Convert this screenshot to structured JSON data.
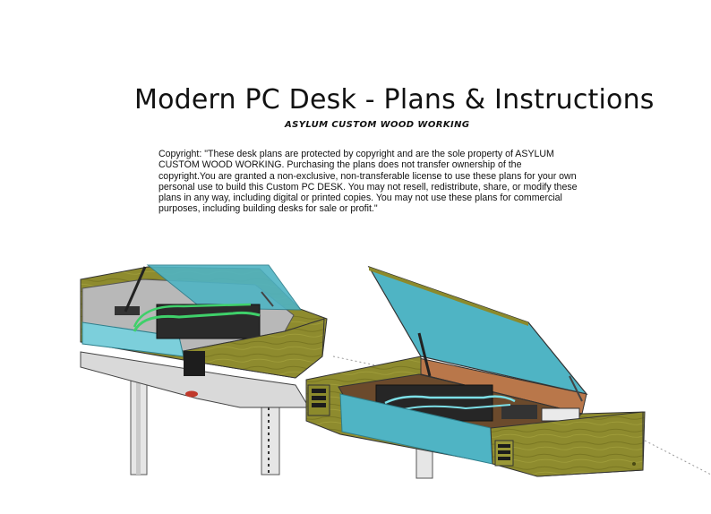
{
  "document": {
    "title": "Modern PC Desk - Plans & Instructions",
    "subtitle": "ASYLUM CUSTOM WOOD WORKING",
    "copyright": "Copyright: \"These desk plans are protected by copyright and are the sole property of ASYLUM CUSTOM WOOD WORKING. Purchasing the plans does not transfer ownership of the copyright.You are granted a non-exclusive, non-transferable license to use these plans for your own personal use to build this Custom PC DESK. You may not resell, redistribute, share, or modify these plans in any way, including digital or printed copies. You may not use these plans for commercial purposes, including building desks for sale or profit.\""
  },
  "illustrations": {
    "left": "desk-render-left",
    "right": "desk-render-right"
  },
  "colors": {
    "wood": "#8c8a2c",
    "wood_dark": "#6e6c1e",
    "glass": "#4fb4c4",
    "glass_light": "#7ccfdb",
    "interior_wood": "#b9774a",
    "coolant": "#3fd06a",
    "leg": "#e4e4e4"
  }
}
